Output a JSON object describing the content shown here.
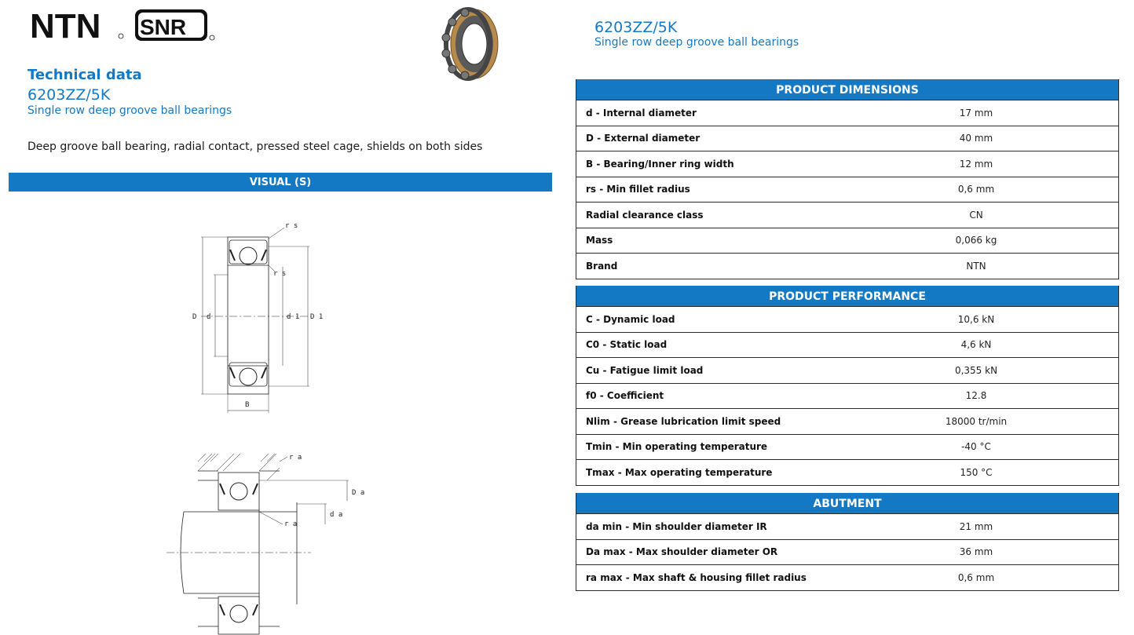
{
  "logos": {
    "brand1": "NTN",
    "brand2": "SNR"
  },
  "header_right": {
    "code": "6203ZZ/5K",
    "subtitle": "Single row deep groove ball bearings"
  },
  "left_header": {
    "title": "Technical data",
    "code": "6203ZZ/5K",
    "subtitle": "Single row deep groove ball bearings"
  },
  "description": "Deep groove ball bearing, radial contact, pressed steel cage, shields on both sides",
  "visual": {
    "label": "VISUAL (S)",
    "labels": {
      "rs1": "r s",
      "rs2": "r s",
      "D": "D",
      "d": "d",
      "d1": "d 1",
      "D1": "D 1",
      "B": "B",
      "ra1": "r a",
      "ra2": "r a",
      "Da": "D a",
      "da": "d a"
    }
  },
  "colors": {
    "accent": "#1479c4"
  },
  "dimensions": {
    "title": "PRODUCT DIMENSIONS",
    "rows": [
      {
        "key": "d - Internal diameter",
        "value": "17 mm"
      },
      {
        "key": "D - External diameter",
        "value": "40 mm"
      },
      {
        "key": "B - Bearing/Inner ring width",
        "value": "12 mm"
      },
      {
        "key": "rs - Min fillet radius",
        "value": "0,6 mm"
      },
      {
        "key": "Radial clearance class",
        "value": "CN"
      },
      {
        "key": "Mass",
        "value": "0,066 kg"
      },
      {
        "key": "Brand",
        "value": "NTN"
      }
    ]
  },
  "performance": {
    "title": "PRODUCT PERFORMANCE",
    "rows": [
      {
        "key": "C - Dynamic load",
        "value": "10,6 kN"
      },
      {
        "key": "C0 - Static load",
        "value": "4,6 kN"
      },
      {
        "key": "Cu - Fatigue limit load",
        "value": "0,355 kN"
      },
      {
        "key": "f0 - Coefficient",
        "value": "12.8"
      },
      {
        "key": "Nlim - Grease lubrication limit speed",
        "value": "18000 tr/min"
      },
      {
        "key": "Tmin - Min operating temperature",
        "value": "-40 °C"
      },
      {
        "key": "Tmax - Max operating temperature",
        "value": "150 °C"
      }
    ]
  },
  "abutment": {
    "title": "ABUTMENT",
    "rows": [
      {
        "key": "da min - Min shoulder diameter IR",
        "value": "21 mm"
      },
      {
        "key": "Da max - Max shoulder diameter OR",
        "value": "36 mm"
      },
      {
        "key": "ra max - Max shaft & housing fillet radius",
        "value": "0,6 mm"
      }
    ]
  }
}
